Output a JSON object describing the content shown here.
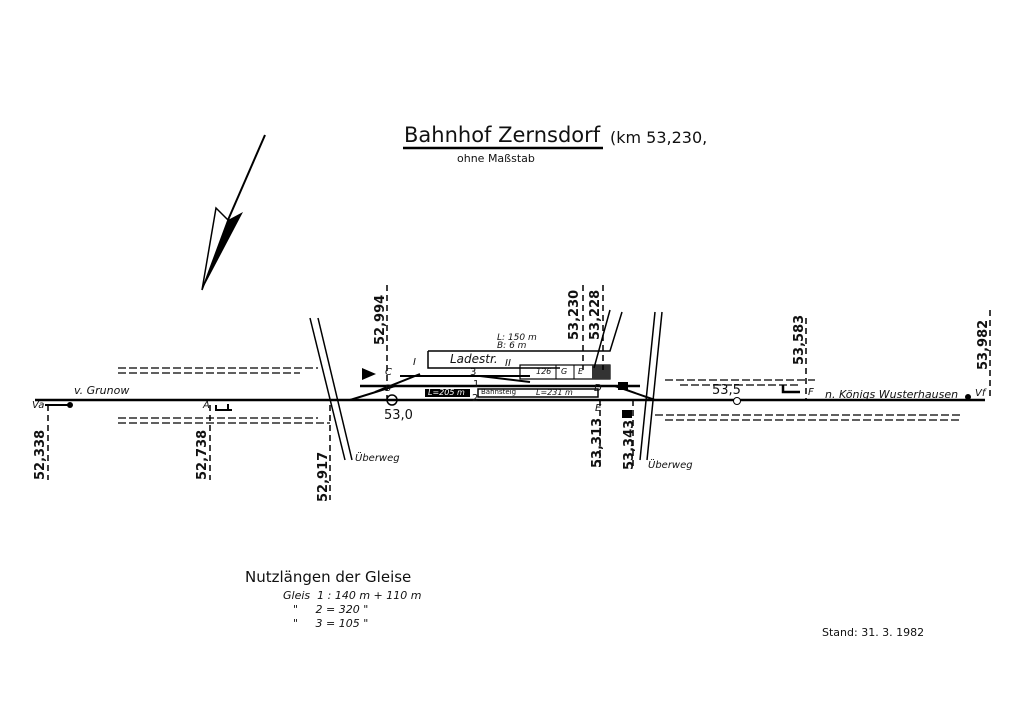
{
  "title": "Bahnhof Zernsdorf",
  "title_km": "(km 53,230,",
  "subtitle": "ohne Maßstab",
  "from_label": "v. Grunow",
  "to_label": "n. Königs Wusterhausen",
  "signals": {
    "va": "Va",
    "vf": "Vf",
    "a": "A",
    "c": "C",
    "d": "D",
    "e": "E",
    "f": "F",
    "b": "B"
  },
  "points": {
    "one": "I",
    "two": "II"
  },
  "tracks": {
    "t1": "1",
    "t2": "2",
    "t3": "3"
  },
  "ladestrasse": {
    "label": "Ladestr.",
    "length": "L: 150 m",
    "width": "B: 6 m"
  },
  "platform": {
    "label": "Bahnsteig",
    "length_left": "L=205 m",
    "length_right": "L=231 m"
  },
  "buildings": {
    "b126": "126",
    "g": "G",
    "e": "E"
  },
  "km_points": {
    "k530": "53,0",
    "k535": "53,5"
  },
  "km_markers": [
    "52,338",
    "52,738",
    "52,917",
    "52,994",
    "53,230",
    "53,228",
    "53,313",
    "53,343",
    "53,583",
    "53,982"
  ],
  "crossings": [
    "Überweg",
    "Überweg"
  ],
  "usable_lengths": {
    "heading": "Nutzlängen der Gleise",
    "rows": [
      "Gleis  1 : 140 m + 110 m",
      "\"     2 = 320 \"",
      "\"     3 = 105 \""
    ]
  },
  "stand": "Stand: 31. 3. 1982"
}
